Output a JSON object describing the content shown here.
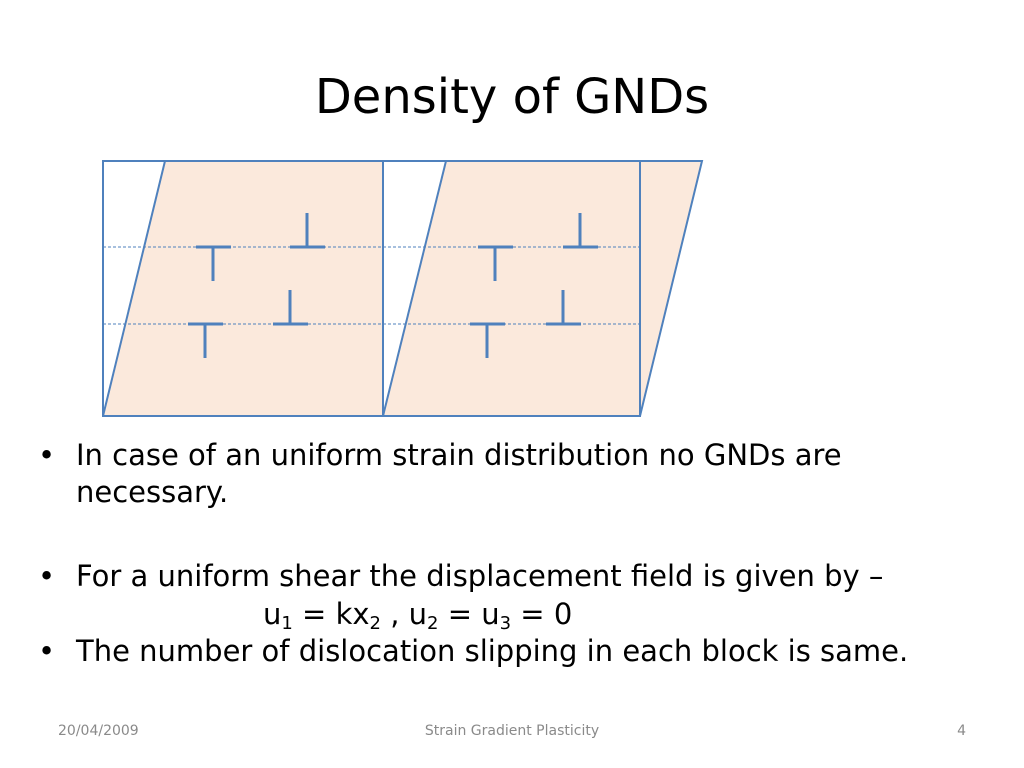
{
  "slide": {
    "title": "Density of GNDs",
    "bullets": [
      {
        "symbol": "•",
        "text": "In case of an uniform strain distribution no GNDs are necessary."
      },
      {
        "symbol": "•",
        "text": "For a uniform shear the displacement field is given by –"
      },
      {
        "symbol": "•",
        "text": "The number of dislocation slipping in each block is same."
      }
    ],
    "equation": {
      "u": "u",
      "sub1": "1",
      "mid1": " = kx",
      "sub2a": "2",
      "mid2": " , u",
      "sub2b": "2",
      "mid3": " = u",
      "sub3": "3",
      "end": " = 0"
    }
  },
  "footer": {
    "date": "20/04/2009",
    "center": "Strain Gradient Plasticity",
    "page": "4"
  },
  "colors": {
    "block_outline": "#4f81bd",
    "sheared_fill": "#fbe9dc",
    "dislocation": "#4f81bd",
    "slip_line": "#4f81bd",
    "footer_text": "#8a8a8a"
  },
  "icons": {
    "dislocation_up": "up-tack-dislocation-icon",
    "dislocation_down": "down-tack-dislocation-icon"
  }
}
